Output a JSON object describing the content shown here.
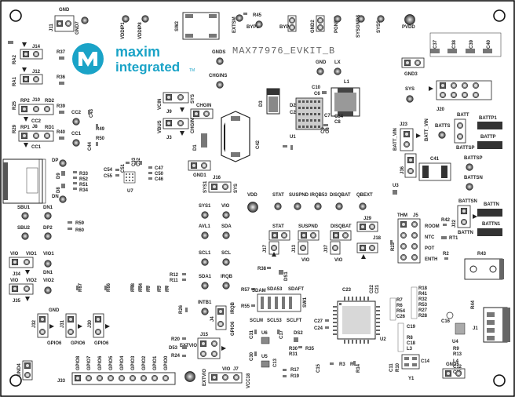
{
  "board": {
    "title": "MAX77976_EVKIT_B",
    "logo_line1": "maxim",
    "logo_line2": "integrated",
    "logo_tm": "TM"
  },
  "labels": {
    "gnd_top": "GND",
    "j11": "J11",
    "gnd7": "GND7",
    "vddip1": "VDDIP1",
    "vddip8": "VDDIP8",
    "sw2": "SW2",
    "extsm": "EXTSM",
    "r45": "R45",
    "byps": "BYPS",
    "byp": "BYP",
    "gnd2": "GND2",
    "pgnds": "PGNDS",
    "sysgnds": "SYSGNDS",
    "syss": "SYSS",
    "pvdd": "PVDD",
    "j14": "J14",
    "ra2": "RA2",
    "r37": "R37",
    "j12": "J12",
    "ra1": "RA1",
    "r36": "R36",
    "gnds": "GNDS",
    "chgins": "CHGINS",
    "gnd_mid": "GND",
    "lx": "LX",
    "c37": "C37",
    "c38": "C38",
    "c39": "C39",
    "c40": "C40",
    "gnd3": "GND3",
    "r25": "R25",
    "rp2": "RP2",
    "j10": "J10",
    "rd2": "RD2",
    "r39": "R39",
    "cc2_a": "CC2",
    "cc2_b": "CC2",
    "c43": "C43",
    "r29": "R29",
    "rp1": "RP1",
    "j8": "J8",
    "rd1": "RD1",
    "r40": "R40",
    "cc1_a": "CC1",
    "cc1_b": "CC1",
    "r49": "R49",
    "vcin": "VCIN",
    "j9": "J9",
    "sys_j9": "SYS",
    "chgin": "CHGIN",
    "vbus": "VBUS",
    "chgin_j3": "CHGIN",
    "j3": "J3",
    "d3": "D3",
    "c10": "C10",
    "c6": "C6",
    "l1": "L1",
    "sys_right": "SYS",
    "j20": "J20",
    "c34": "C34",
    "c8": "C8",
    "c7": "C7",
    "d2": "D2",
    "c2": "C2",
    "u1": "U1",
    "c9": "C9",
    "c3": "C3",
    "batt": "BATT",
    "battp1": "BATTP1",
    "batts": "BATTS",
    "j23": "J23",
    "battp": "BATTP",
    "batt_vin": "BATT_VIN",
    "c42": "C42",
    "c44": "C44",
    "r50": "R50",
    "d1": "D1",
    "c51": "C51",
    "c33": "C33",
    "c32": "C32",
    "c47": "C47",
    "c50": "C50",
    "c46": "C46",
    "c54": "C54",
    "c55": "C55",
    "u7": "U7",
    "dp": "DP",
    "d9": "D9",
    "d8": "D8",
    "r33": "R33",
    "r52": "R52",
    "r51": "R51",
    "r34": "R34",
    "dn": "DN",
    "gnd1": "GND1",
    "j16": "J16",
    "sys1_j16": "SYS1",
    "sys_j16": "SYS",
    "vdd": "VDD",
    "stat": "STAT",
    "suspnd": "SUSPND",
    "irqb53": "IRQB53",
    "disqbat": "DISQBAT",
    "qbext": "QBEXT",
    "u3": "U3",
    "j36": "J36",
    "c41": "C41",
    "battsp": "BATTSP",
    "battsn": "BATTSN",
    "sbu1": "SBU1",
    "dn1_top": "DN1",
    "sys1": "SYS1",
    "vio": "VIO",
    "sbu2": "SBU2",
    "dp2": "DP2",
    "r59": "R59",
    "r60": "R60",
    "avl1": "AVL1",
    "sda": "SDA",
    "stat_j17": "STAT",
    "suspnd_j13": "SUSPND",
    "disqbat_j37": "DISQBAT",
    "j17": "J17",
    "j13": "J13",
    "j37": "J37",
    "j29": "J29",
    "j18": "J18",
    "vio_j13": "VIO",
    "vio_j37": "VIO",
    "thm": "THM",
    "j5": "J5",
    "room": "ROOM",
    "ntc": "NTC",
    "pot": "POT",
    "enth": "ENTH",
    "r42": "R42",
    "j22": "J22",
    "battn_lbl": "BATTN",
    "rt1": "RT1",
    "r2": "R2",
    "r23": "R23",
    "battn": "BATTN",
    "battn1": "BATTN1",
    "vio_l": "VIO",
    "vio1": "VIO1",
    "vio1_b": "VIO1",
    "j34": "J34",
    "scl1": "SCL1",
    "scl": "SCL",
    "r43": "R43",
    "vio_l2": "VIO",
    "vio2": "VIO2",
    "dn1": "DN1",
    "vio2_b": "VIO2",
    "j35": "J35",
    "r67": "R67",
    "r66": "R66",
    "r48": "R48",
    "r64": "R64",
    "r6": "R6",
    "r5": "R5",
    "r4": "R4",
    "r12": "R12",
    "r11": "R11",
    "sda1": "SDA1",
    "irqb": "IRQB",
    "r38": "R38",
    "ds1": "DS1",
    "r57": "R57",
    "sdam": "SDAM",
    "sdas3": "SDA53",
    "sdaft": "SDAFT",
    "sw1": "SW1",
    "r55": "R55",
    "sclm": "SCLM",
    "scls3": "SCL53",
    "sclft": "SCLFT",
    "c23": "C23",
    "c22": "C22",
    "c21": "C21",
    "r18": "R18",
    "r41": "R41",
    "r32": "R32",
    "r53": "R53",
    "r27": "R27",
    "r28": "R28",
    "r7": "R7",
    "r1": "R1",
    "u6_r": "R6",
    "r54": "R54",
    "c26": "C26",
    "c19": "C19",
    "c16": "C16",
    "r44": "R44",
    "u4": "U4",
    "gnd_l": "GND",
    "j32": "J32",
    "j31": "J31",
    "j30": "J30",
    "gpio6_a": "GPIO6",
    "gpio6_b": "GPIO6",
    "gpio6_c": "GPIO6",
    "intb1": "INTB1",
    "r26": "R26",
    "j4": "J4",
    "irqb_j4": "IRQB",
    "gpio6_j4": "GPIO6",
    "c31": "C31",
    "u6": "U6",
    "c17": "C17",
    "c27": "C27",
    "c24": "C24",
    "ds2": "DS2",
    "r35": "R35",
    "r30": "R30",
    "r31": "R31",
    "r8": "R8",
    "c18": "C18",
    "l3": "L3",
    "j1": "J1",
    "r9": "R9",
    "r13": "R13",
    "l4": "L4",
    "c12": "C12",
    "c15": "C15",
    "r20": "R20",
    "d53": "D53",
    "r24": "R24",
    "j15": "J15",
    "c30": "C30",
    "u5": "U5",
    "c13": "C13",
    "r17": "R17",
    "r19": "R19",
    "c15b": "C15",
    "r3": "R3",
    "r14": "R14",
    "u2": "U2",
    "c11": "C11",
    "r10": "R10",
    "c14": "C14",
    "y1": "Y1",
    "gnd5": "GND5",
    "gnd4": "GND4",
    "j33": "J33",
    "extvio": "EXTVIO",
    "extvio_v": "EXTVIO",
    "vio_j7": "VIO",
    "j7": "J7",
    "vcc18": "VCC18",
    "gpio8": "GPIO8",
    "gpio7": "GPIO7",
    "gpio6": "GPIO6",
    "gpio5": "GPIO5",
    "gpio4": "GPIO4",
    "gpio3": "GPIO3",
    "gpio2": "GPIO2",
    "gpio1": "GPIO1",
    "gpio0": "GPIO0"
  },
  "colors": {
    "board": "#ffffff",
    "silk": "#222222",
    "pad": "#9a9a9a",
    "pad_dark": "#4a4a4a",
    "copper": "#cfcfcf",
    "logo": "#1aa3c7"
  }
}
